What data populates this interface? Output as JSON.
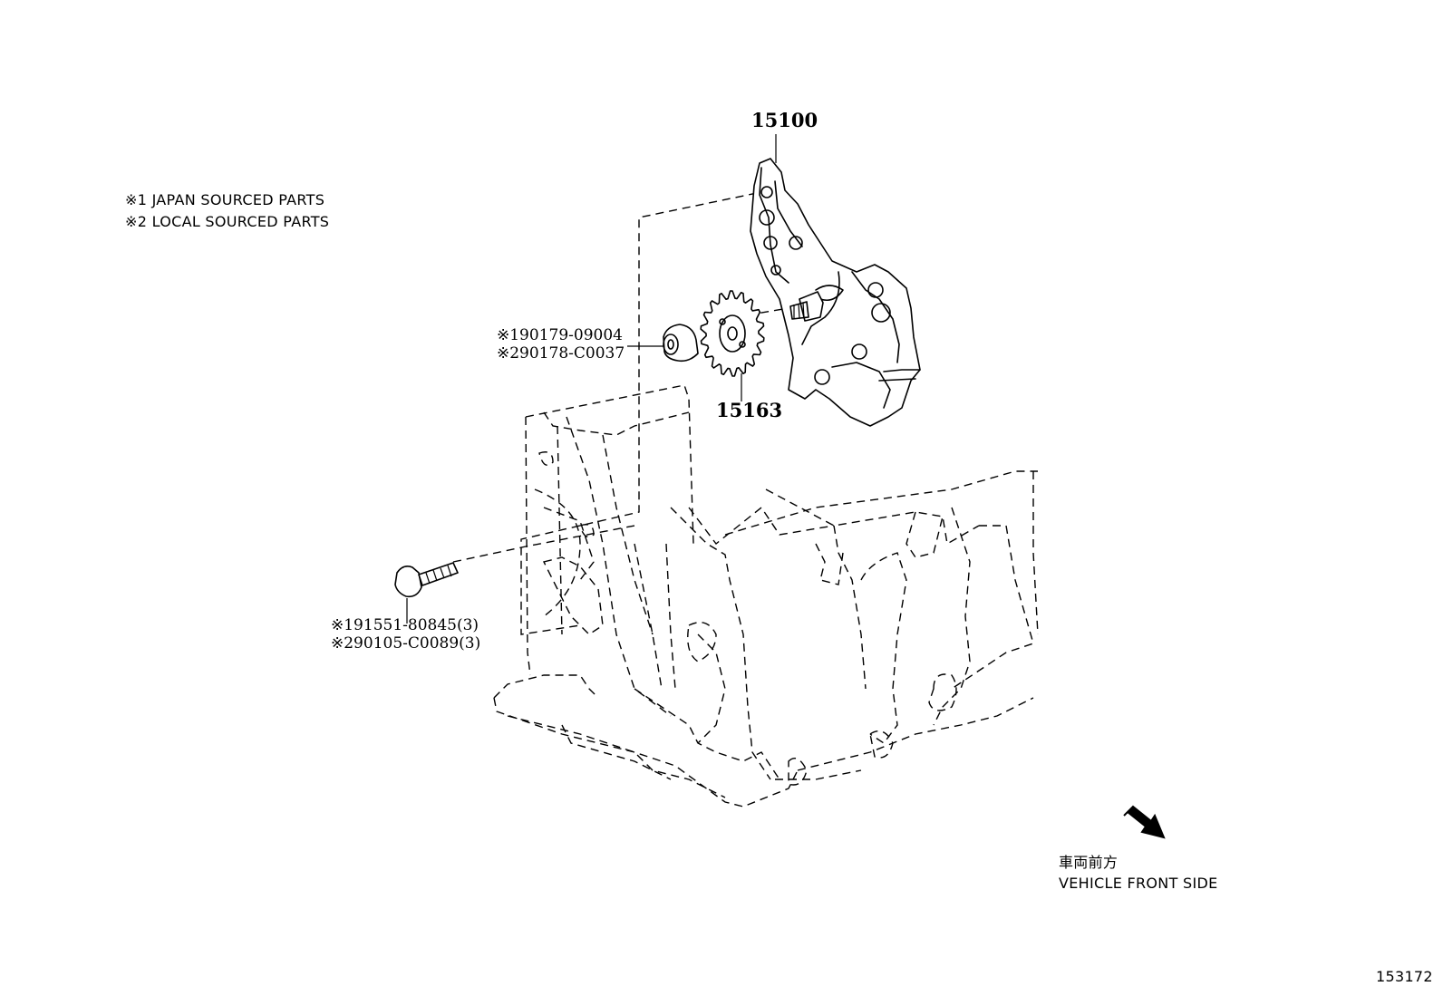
{
  "notes": {
    "note1": "※1 JAPAN SOURCED PARTS",
    "note2": "※2 LOCAL SOURCED PARTS"
  },
  "callouts": {
    "pump": "15100",
    "sprocket": "15163",
    "nut_jp": "※190179-09004",
    "nut_local": "※290178-C0037",
    "bolt_jp": "※191551-80845(3)",
    "bolt_local": "※290105-C0089(3)"
  },
  "direction": {
    "jp_label": "車両前方",
    "en_label": "VEHICLE FRONT SIDE"
  },
  "figure_id": "153172"
}
